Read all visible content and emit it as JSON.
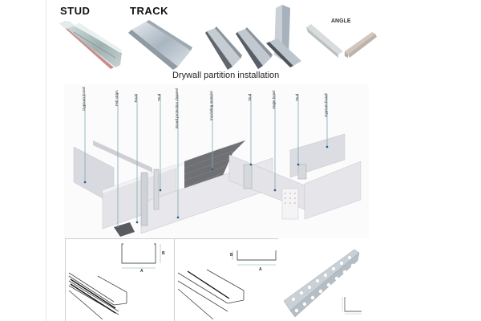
{
  "profiles": {
    "stud_label": "STUD",
    "track_label": "TRACK",
    "angle_label": "ANGLE"
  },
  "diagram": {
    "caption": "Drywall partition installation",
    "leaders": [
      {
        "label": "Gypsum board"
      },
      {
        "label": "Felt strips"
      },
      {
        "label": "Track"
      },
      {
        "label": "Stud"
      },
      {
        "label": "Board protection channel"
      },
      {
        "label": "Insulating material"
      },
      {
        "label": "Stud"
      },
      {
        "label": "Angle bead"
      },
      {
        "label": "Stud"
      },
      {
        "label": "Gypsum board"
      }
    ]
  },
  "sections": {
    "stud": {
      "dim_a": "A",
      "dim_b": "B"
    },
    "track": {
      "dim_a": "A",
      "dim_b": "B"
    }
  },
  "colors": {
    "leader": "#7fa8b0",
    "board": "#e6e6ea",
    "board_shade": "#cfd0d6",
    "insulation": "#6f7074",
    "metal": "#b9c1c7"
  }
}
